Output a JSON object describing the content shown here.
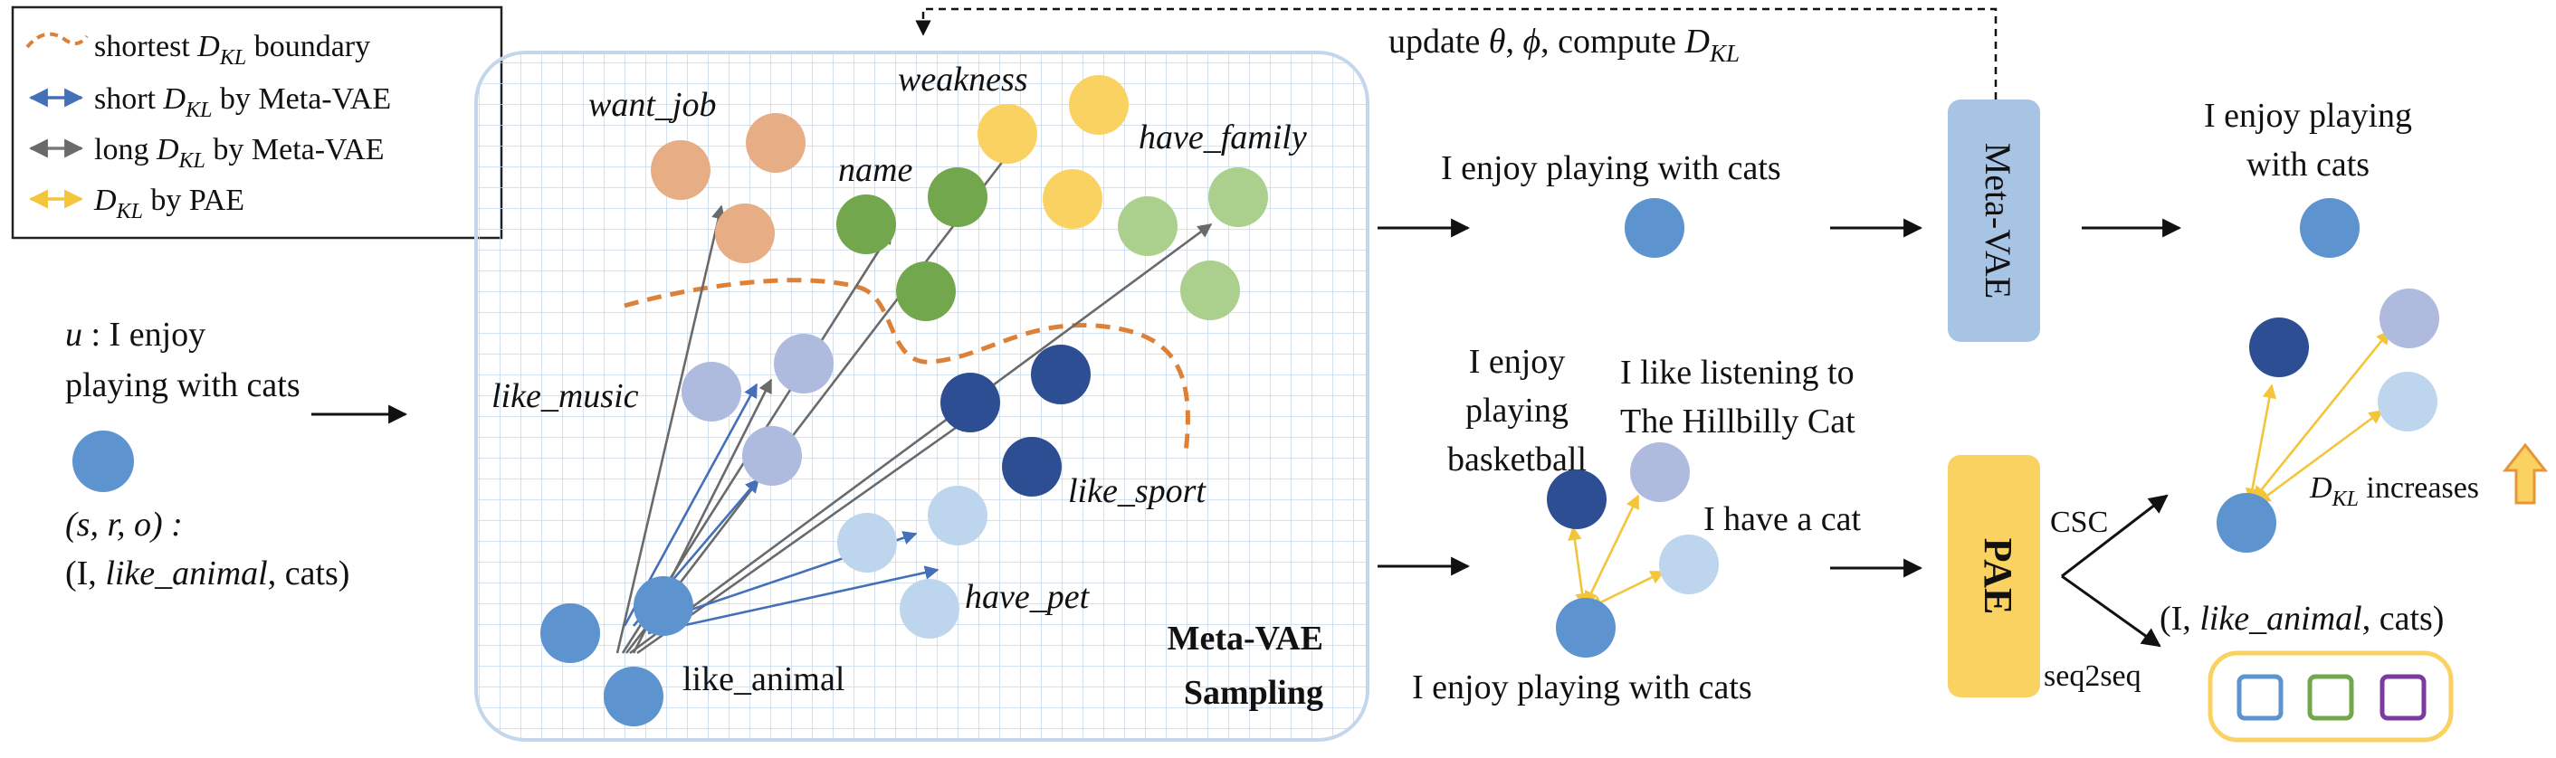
{
  "legend": {
    "boundary_prefix": "shortest ",
    "boundary_suffix": " boundary",
    "short_prefix": "short ",
    "short_suffix": " by Meta-VAE",
    "long_prefix": "long ",
    "long_suffix": " by Meta-VAE",
    "pae_suffix": " by PAE",
    "dkl_main": "D",
    "dkl_sub": "KL"
  },
  "input": {
    "u_symbol": "u",
    "u_rest": " : I enjoy",
    "u_line2": "playing with cats",
    "sro": "(s, r, o) :",
    "triple_open": "(I, ",
    "triple_rel": "like_animal",
    "triple_close": ", cats)"
  },
  "sampling": {
    "labels": {
      "want_job": "want_job",
      "weakness": "weakness",
      "name": "name",
      "have_family": "have_family",
      "like_music": "like_music",
      "like_sport": "like_sport",
      "have_pet": "have_pet",
      "like_animal": "like_animal"
    },
    "title_line1": "Meta-VAE",
    "title_line2": "Sampling"
  },
  "feedback": {
    "prefix": "update ",
    "theta": "θ",
    "comma": ", ",
    "phi": "ϕ",
    "middle": ", compute "
  },
  "top_row": {
    "sentence": "I enjoy playing with cats",
    "output_line1": "I enjoy playing",
    "output_line2": "with cats"
  },
  "modules": {
    "meta_vae": "Meta-VAE",
    "pae": "PAE",
    "csc": "CSC",
    "seq2seq": "seq2seq"
  },
  "bottom_row": {
    "basketball_line1": "I enjoy",
    "basketball_line2": "playing",
    "basketball_line3": "basketball",
    "hillbilly_line1": "I like listening to",
    "hillbilly_line2": "The Hillbilly Cat",
    "have_cat": "I have a cat",
    "anchor": "I enjoy playing with cats",
    "increases": " increases",
    "triple_open": "(I, ",
    "triple_rel": "like_animal",
    "triple_close": ", cats)"
  },
  "colors": {
    "orange": "#e7ad84",
    "green": "#73a74e",
    "light_green": "#abd08d",
    "yellow": "#fad262",
    "blue": "#5d93cf",
    "dark_blue": "#2e4e94",
    "lavender": "#aebbde",
    "pale_blue": "#bed5ee",
    "boundary_line": "#dd8138",
    "short_arrow": "#4470b8",
    "long_arrow": "#7a7a7a",
    "pae_arrow": "#f2c53a"
  }
}
